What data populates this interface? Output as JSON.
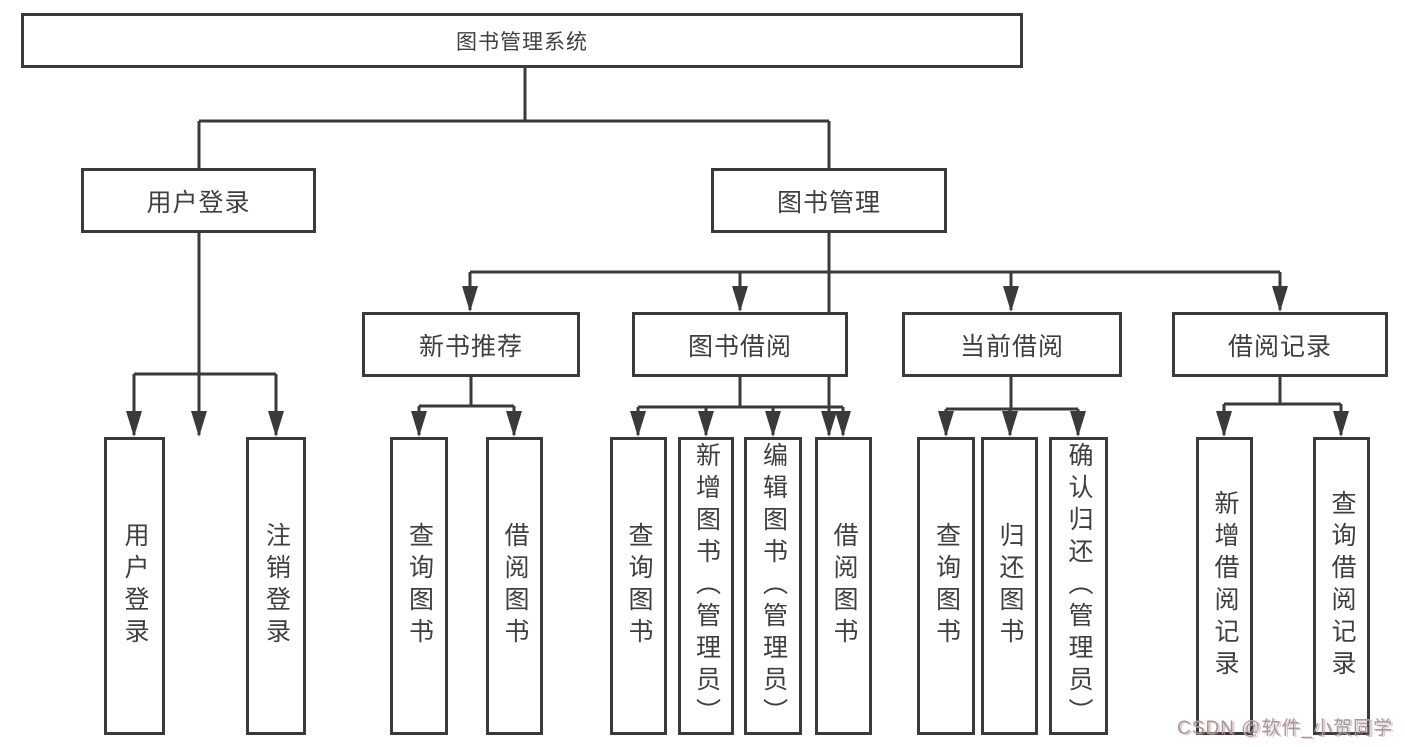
{
  "root": {
    "label": "图书管理系统"
  },
  "level2": [
    {
      "label": "用户登录"
    },
    {
      "label": "图书管理"
    }
  ],
  "level3": [
    {
      "label": "新书推荐"
    },
    {
      "label": "图书借阅"
    },
    {
      "label": "当前借阅"
    },
    {
      "label": "借阅记录"
    }
  ],
  "leaves": [
    {
      "label": "用户登录"
    },
    {
      "label": "注销登录"
    },
    {
      "label": "查询图书"
    },
    {
      "label": "借阅图书"
    },
    {
      "label": "查询图书"
    },
    {
      "label": "新增图书（管理员）"
    },
    {
      "label": "编辑图书（管理员）"
    },
    {
      "label": "借阅图书"
    },
    {
      "label": "查询图书"
    },
    {
      "label": "归还图书"
    },
    {
      "label": "确认归还（管理员）"
    },
    {
      "label": "新增借阅记录"
    },
    {
      "label": "查询借阅记录"
    }
  ],
  "watermark": "CSDN @软件_小贺同学",
  "colors": {
    "line": "#3a3a3a",
    "text": "#3f3f3f",
    "background": "#ffffff",
    "watermark": "#9e9ea0"
  }
}
